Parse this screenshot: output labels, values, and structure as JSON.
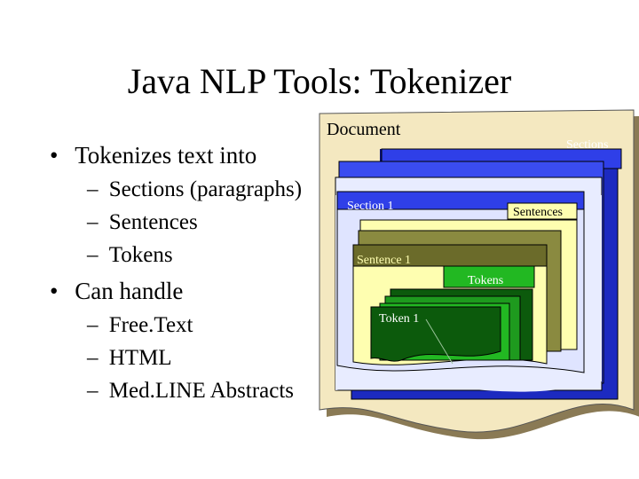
{
  "slide": {
    "title": "Java NLP Tools: Tokenizer",
    "bullets": [
      {
        "text": "Tokenizes text into",
        "sub": [
          "Sections (paragraphs)",
          "Sentences",
          "Tokens"
        ]
      },
      {
        "text": "Can handle",
        "sub": [
          "Free.Text",
          "HTML",
          "Med.LINE Abstracts"
        ]
      }
    ],
    "bullet_glyph": "•",
    "dash_glyph": "–"
  },
  "diagram": {
    "document_label": "Document",
    "sections_label": "Sections",
    "section_label": "Section 1",
    "sentences_label": "Sentences",
    "sentence_label": "Sentence 1",
    "tokens_label": "Tokens",
    "token_label": "Token 1",
    "colors": {
      "document": "#f4e8c0",
      "document_shadow": "#8a7a55",
      "sections": "#2f3fe8",
      "sections_dark": "#0a1280",
      "section_card": "#e8ecff",
      "sentences": "#fefeb0",
      "sentences_shadow": "#8a8a40",
      "sentence_card": "#6b6b2a",
      "tokens": "#22b822",
      "tokens_dark": "#0c5a0c"
    }
  }
}
